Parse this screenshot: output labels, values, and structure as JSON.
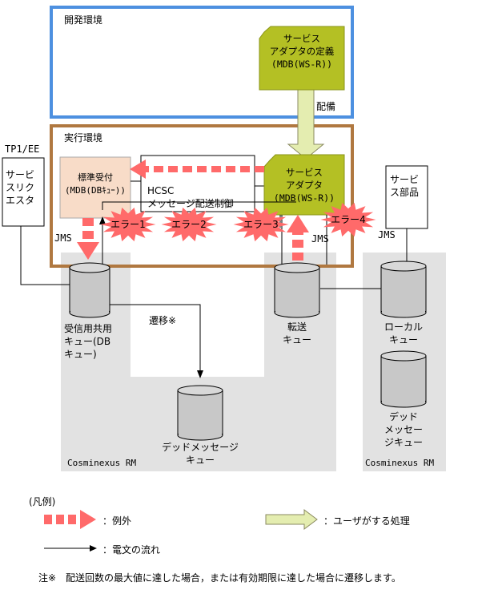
{
  "dev_env": {
    "label": "開発環境"
  },
  "exec_env": {
    "label": "実行環境"
  },
  "adapter_def": "サービス\nアダプタの定義\n(MDB(WS-R))",
  "deploy_label": "配備",
  "tp1": {
    "title": "TP1/EE",
    "box": "サービ\nスリク\nエスタ"
  },
  "std_recv": "標準受付\n(MDB(DBｷｭｰ))",
  "hcsc": "HCSC\nメッセージ配送制御",
  "adapter": "サービス\nアダプタ\n(MDB(WS-R))",
  "service_part": "サービ\nス部品",
  "errors": [
    "エラー1",
    "エラー2",
    "エラー3",
    "エラー4"
  ],
  "jms_labels": [
    "JMS",
    "JMS",
    "JMS"
  ],
  "queues": {
    "recv_shared": "受信用共用\nキュー(DB\nキュー)",
    "transfer": "転送\nキュー",
    "local": "ローカル\nキュー",
    "dead_letter_main": "デッドメッセージ\nキュー",
    "dead_letter_right": "デッド\nメッセー\nジキュー"
  },
  "transition_label": "遷移※",
  "rm_labels": [
    "Cosminexus RM",
    "Cosminexus RM"
  ],
  "legend": {
    "title": "(凡例)",
    "exception": "：例外",
    "user_process": "：ユーザがする処理",
    "message_flow": "：電文の流れ"
  },
  "footnote": "注※　配送回数の最大値に達した場合，または有効期限に達した場合に遷移します。",
  "colors": {
    "dev_border": "#4d90e0",
    "exec_border": "#b07840",
    "olive": "#b4c024",
    "peach": "#f8dcc8",
    "pink": "#ff6a6a",
    "pale_green": "#e4edb0",
    "rm_gray": "#e2e2e2"
  }
}
